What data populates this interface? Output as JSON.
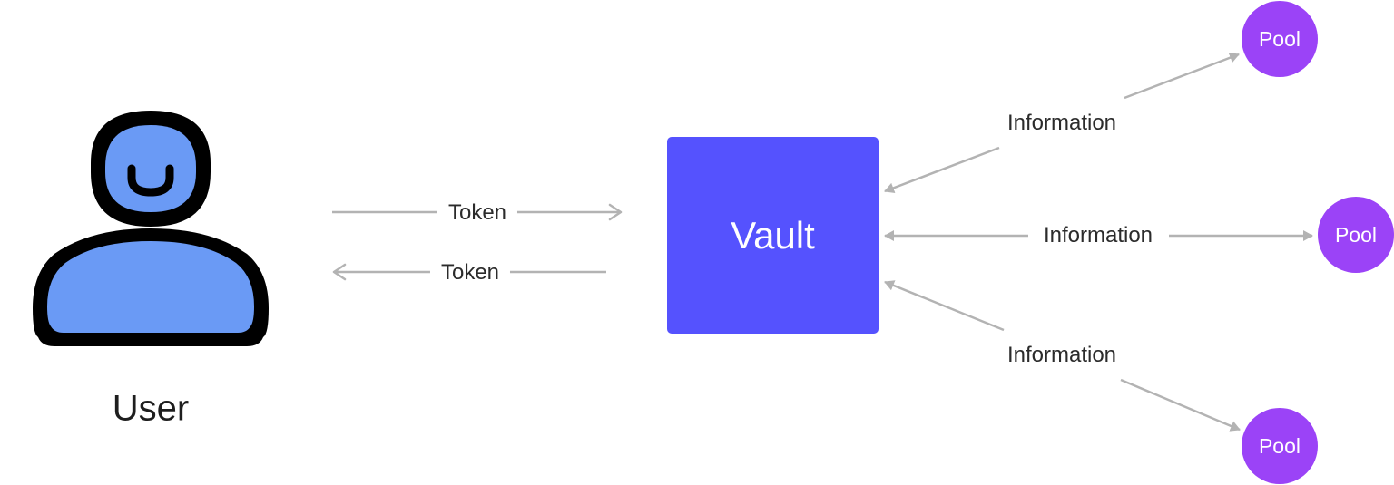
{
  "colors": {
    "vault": "#5552fe",
    "pool": "#9b43f7",
    "user_fill": "#6a9af5",
    "user_outline": "#000000",
    "arrow": "#b3b3b3"
  },
  "user": {
    "label": "User",
    "icon": "user-icon"
  },
  "vault": {
    "label": "Vault"
  },
  "token_flows": [
    {
      "label": "Token",
      "direction": "to-vault"
    },
    {
      "label": "Token",
      "direction": "to-user"
    }
  ],
  "pools": [
    {
      "label": "Pool",
      "edge_label": "Information",
      "direction": "bidirectional"
    },
    {
      "label": "Pool",
      "edge_label": "Information",
      "direction": "bidirectional"
    },
    {
      "label": "Pool",
      "edge_label": "Information",
      "direction": "bidirectional"
    }
  ]
}
